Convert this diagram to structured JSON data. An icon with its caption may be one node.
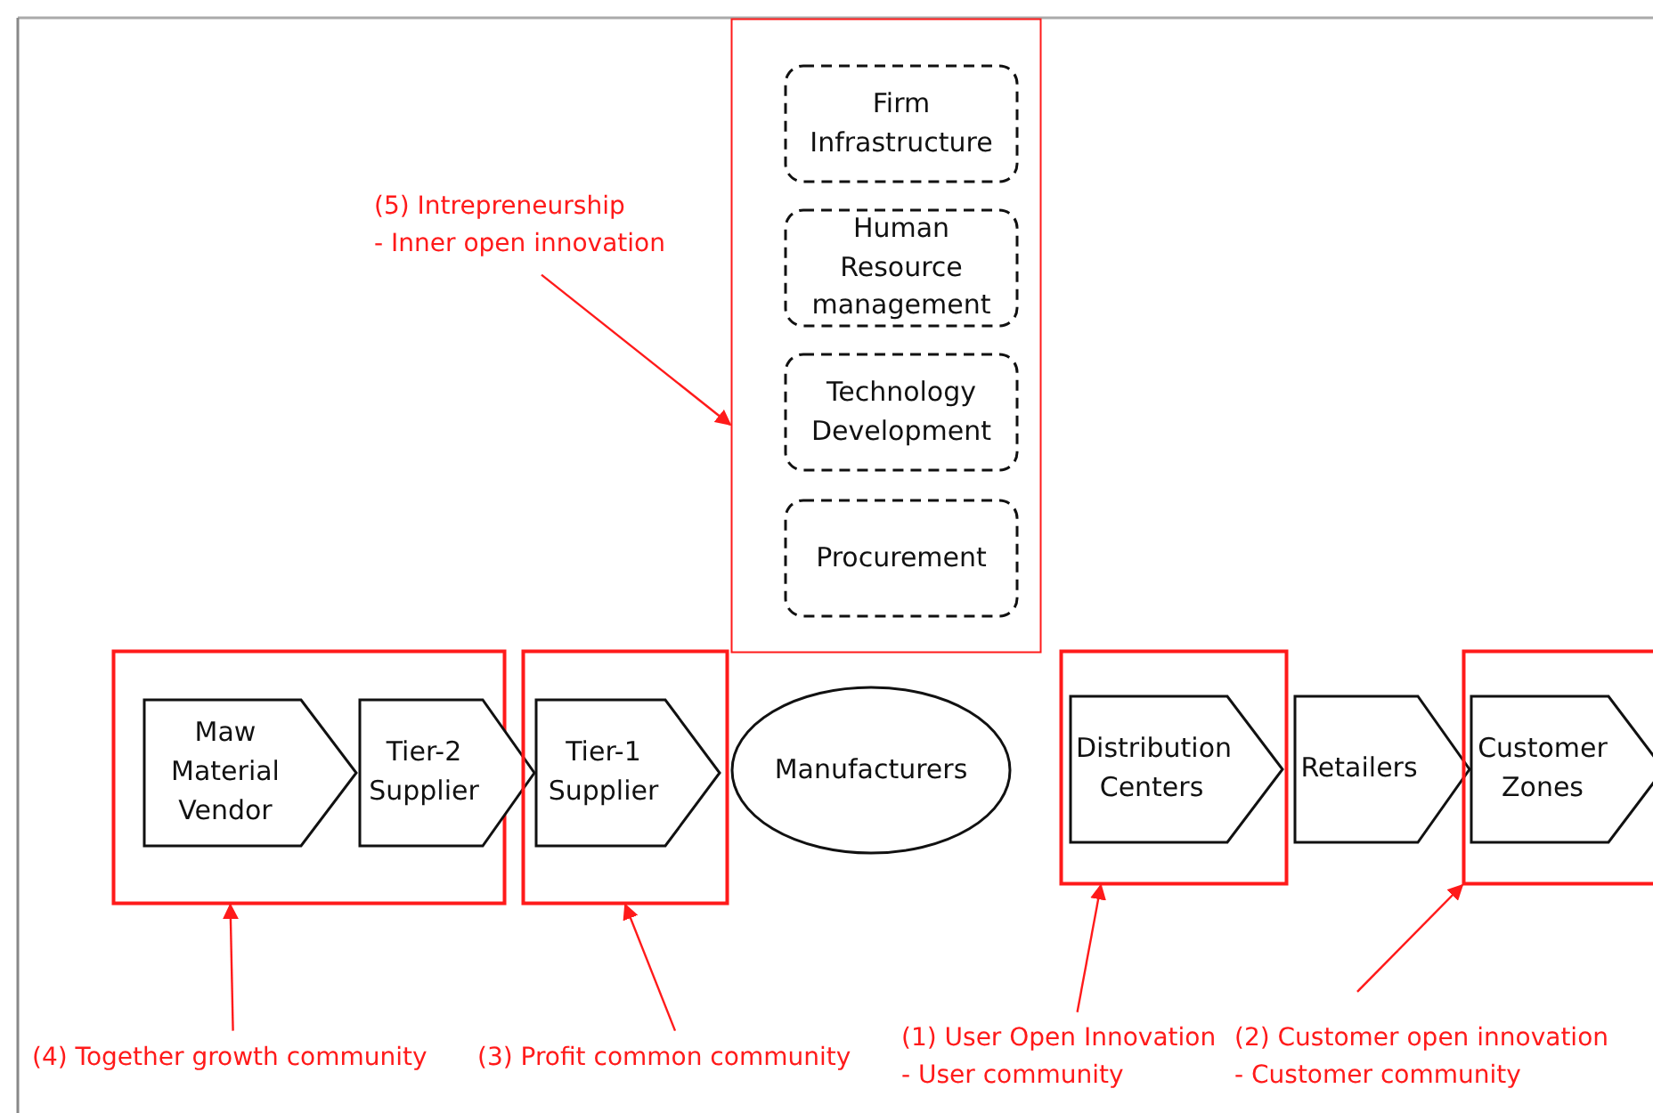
{
  "diagram": {
    "nodes": [
      {
        "text": [],
        "shape": "box"
      },
      {
        "text": [
          "Firm Infrastructure"
        ],
        "in": 0
      },
      {
        "text": [
          "Human Resource management"
        ],
        "in": 0
      },
      {
        "text": [
          "Technology Development"
        ],
        "in": 0
      },
      {
        "text": [
          "Procurement"
        ],
        "in": 0
      },
      {
        "text": [],
        "shape": "box"
      },
      {
        "text": [
          "Maw Material Vendor"
        ],
        "in": 5
      },
      {
        "text": [
          "Tier-2 Supplier"
        ]
      },
      {
        "text": [],
        "shape": "box"
      },
      {
        "text": [
          "Tier-1 Supplier"
        ],
        "in": 8
      },
      {
        "text": [
          "Manufacturers"
        ]
      },
      {
        "text": [],
        "shape": "box"
      },
      {
        "text": [
          "Distribution Centers"
        ],
        "in": 11
      },
      {
        "text": [
          "Retailers"
        ]
      },
      {
        "text": [],
        "shape": "box"
      },
      {
        "text": [
          "Customer Zones"
        ],
        "in": 14
      },
      {
        "text": [
          "(5) Intrepreneurship",
          "- Inner open innovation"
        ]
      },
      {
        "text": [
          "(4) Together growth community"
        ]
      },
      {
        "text": [
          "(3) Profit common community"
        ]
      },
      {
        "text": [
          "(1) User Open Innovation",
          "- User community"
        ]
      },
      {
        "text": [
          "(2) Customer open innovation",
          "- Customer community"
        ]
      }
    ],
    "edges": [
      {
        "from": 16,
        "to": 0,
        "arrow": "to"
      },
      {
        "from": 17,
        "to": 5,
        "arrow": "to"
      },
      {
        "from": 18,
        "to": 8,
        "arrow": "to"
      },
      {
        "from": 19,
        "to": 11,
        "arrow": "to"
      },
      {
        "from": 20,
        "to": 14,
        "arrow": "to"
      }
    ]
  }
}
